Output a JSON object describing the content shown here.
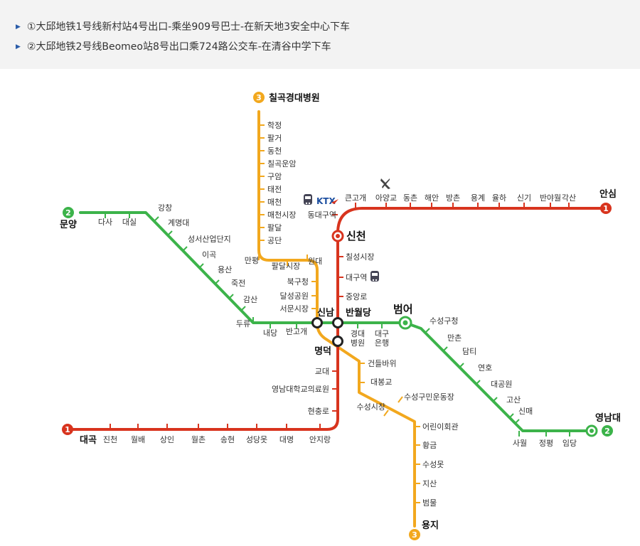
{
  "directions": [
    "①大邱地铁1号线新村站4号出口-乘坐909号巴士-在新天地3安全中心下车",
    "②大邱地铁2号线Beomeo站8号出口乘724路公交车-在清谷中学下车"
  ],
  "map": {
    "colors": {
      "line1": "#d8341e",
      "line2": "#3cb34a",
      "line3": "#f2a81e",
      "text": "#333333",
      "label_strong": "#111111"
    },
    "line_numbers": {
      "line1": "1",
      "line2": "2",
      "line3": "3"
    },
    "line1": {
      "west_terminal": "대곡",
      "east_terminal": "안심",
      "stations_bottom": [
        "진천",
        "월배",
        "상인",
        "월촌",
        "송현",
        "성당못",
        "대명",
        "안지랑"
      ],
      "stations_vertical": [
        "현충로",
        "영남대학교의료원",
        "교대"
      ],
      "stations_north": [
        "칠성시장",
        "대구역",
        "중앙로"
      ],
      "stations_top": [
        "큰고개",
        "아양교",
        "동촌",
        "해안",
        "방촌",
        "용계",
        "율하",
        "신기",
        "반야월",
        "각산"
      ],
      "dongdaegu": "동대구역",
      "ktx_label": "KTX"
    },
    "line2": {
      "west_terminal": "문양",
      "east_terminal": "영남대",
      "stations_west": [
        "다사",
        "대실",
        "강창",
        "계명대",
        "성서산업단지",
        "이곡",
        "용산",
        "죽전",
        "감산",
        "두류",
        "내당",
        "반고개"
      ],
      "between": [
        "경대\n병원",
        "대구\n은행"
      ],
      "stations_east": [
        "수성구청",
        "만촌",
        "담티",
        "연호",
        "대공원",
        "고산",
        "신매",
        "사월",
        "정평",
        "임당"
      ]
    },
    "line3": {
      "north_terminal": "칠곡경대병원",
      "south_terminal": "용지",
      "stations_north": [
        "학정",
        "팔거",
        "동천",
        "칠곡운암",
        "구암",
        "태전",
        "매천",
        "매천시장",
        "팔달",
        "공단",
        "만평",
        "팔달시장",
        "원대",
        "북구청",
        "달성공원",
        "서문시장"
      ],
      "stations_south": [
        "건들바위",
        "대봉교",
        "수성구민운동장",
        "수성시장",
        "어린이회관",
        "황금",
        "수성못",
        "지산",
        "범물"
      ]
    },
    "transfers": {
      "sincheon": "신천",
      "beomeo": "범어",
      "sinnam": "신남",
      "banwoldang": "반월당",
      "myeongdeok": "명덕"
    }
  }
}
